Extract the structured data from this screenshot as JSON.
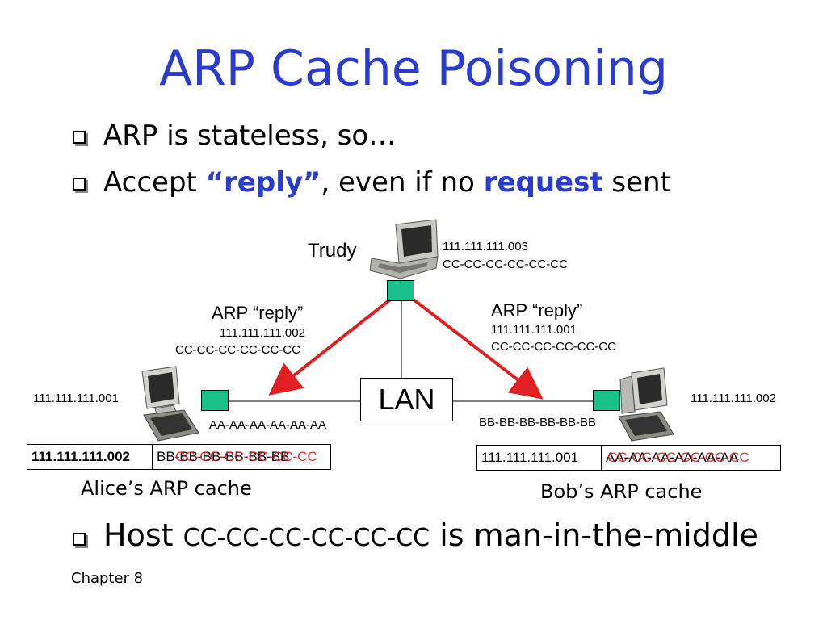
{
  "title": "ARP Cache Poisoning",
  "bullets": {
    "b1": "ARP is stateless, so…",
    "b2_prefix": "Accept ",
    "b2_reply": "“reply”",
    "b2_mid": ", even if no ",
    "b2_request": "request",
    "b2_suffix": " sent",
    "b3_prefix": "Host ",
    "b3_mac": "CC-CC-CC-CC-CC-CC",
    "b3_suffix": " is man-in-the-middle"
  },
  "trudy": {
    "label": "Trudy",
    "ip": "111.111.111.003",
    "mac": "CC-CC-CC-CC-CC-CC"
  },
  "left_reply": {
    "label": "ARP “reply”",
    "ip": "111.111.111.002",
    "mac": "CC-CC-CC-CC-CC-CC"
  },
  "right_reply": {
    "label": "ARP “reply”",
    "ip": "111.111.111.001",
    "mac": "CC-CC-CC-CC-CC-CC"
  },
  "lan": "LAN",
  "alice": {
    "ip": "111.111.111.001",
    "mac": "AA-AA-AA-AA-AA-AA",
    "cache_ip": "111.111.111.002",
    "cache_mac_old": "BB-BB-BB-BB-BB-BB",
    "cache_mac_new": "CC-CC-CC-CC-CC-CC",
    "cache_label": "Alice’s ARP cache"
  },
  "bob": {
    "ip": "111.111.111.002",
    "mac": "BB-BB-BB-BB-BB-BB",
    "cache_ip": "111.111.111.001",
    "cache_mac_old": "AA-AA-AA-AA-AA-AA",
    "cache_mac_new": "CC-CC-CC-CC-CC-CC",
    "cache_label": "Bob’s ARP cache"
  },
  "footer": "Chapter 8",
  "colors": {
    "title": "#2a3bd0",
    "arrow": "#e02020",
    "switch": "#19c08a"
  }
}
